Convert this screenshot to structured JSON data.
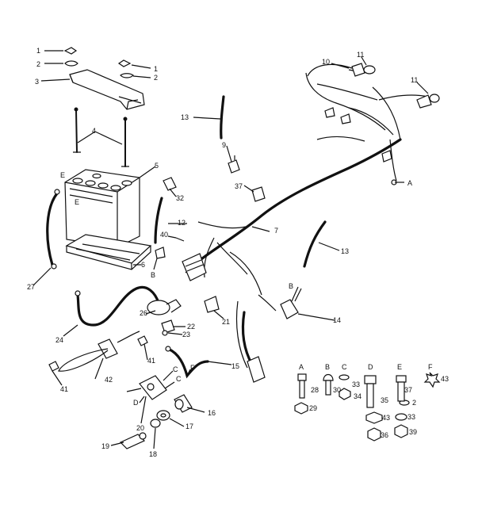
{
  "callouts": {
    "c1a": "1",
    "c2a": "2",
    "c3": "3",
    "c1b": "1",
    "c2b": "2",
    "c4": "4",
    "c5": "5",
    "c6": "6",
    "c7": "7",
    "c9": "9",
    "c10": "10",
    "c11a": "11",
    "c11b": "11",
    "c12": "12",
    "c13a": "13",
    "c13b": "13",
    "c14": "14",
    "c15": "15",
    "c16": "16",
    "c17": "17",
    "c18": "18",
    "c19": "19",
    "c20": "20",
    "c21": "21",
    "c22": "22",
    "c23": "23",
    "c24": "24",
    "c26": "26",
    "c27": "27",
    "c32": "32",
    "c37a": "37",
    "c40": "40",
    "c41a": "41",
    "c41b": "41",
    "c42": "42"
  },
  "terminal_letters": {
    "e1": "E",
    "e2": "E",
    "a_wire": "A",
    "b1": "B",
    "b2": "B",
    "c1": "C",
    "c2": "C",
    "d": "D",
    "f": "F"
  },
  "hardware_legend": {
    "headers": [
      "A",
      "B",
      "C",
      "D",
      "E",
      "F"
    ],
    "numbers": {
      "n28": "28",
      "n30": "30",
      "n33a": "33",
      "n34": "34",
      "n35": "35",
      "n2": "2",
      "n37": "37",
      "n43a": "43",
      "n29": "29",
      "n43b": "43",
      "n33b": "33",
      "n36": "36",
      "n39": "39"
    }
  }
}
